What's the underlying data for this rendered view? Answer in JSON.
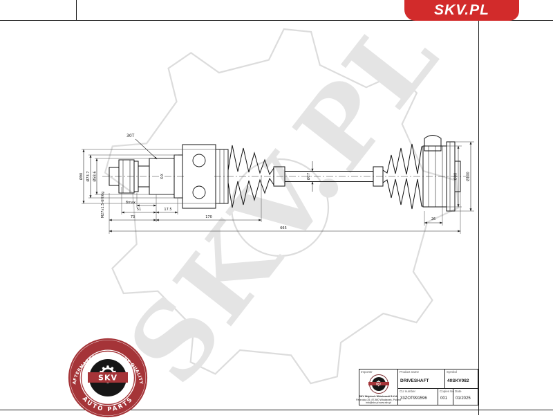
{
  "header": {
    "brand": "SKV.PL"
  },
  "watermark": {
    "text": "SKV.PL"
  },
  "icons": {
    "gear_glyph": "⚙",
    "star": "★"
  },
  "colors": {
    "logo_red": "#d22b2b",
    "stamp_red": "#a53438",
    "line_dark": "#1a1a1a",
    "watermark_gray": "#e4e4e4"
  },
  "drawing": {
    "dims": {
      "spline_teeth": "30T",
      "section_mark": "X-X",
      "dia_90": "Ø90",
      "dia_73_7": "Ø73.7",
      "dia_58_6": "Ø58.6",
      "thread": "M27x1.5-6H/6g",
      "max8": "8max",
      "len_51": "51",
      "len_17_5": "17.5",
      "len_73": "73",
      "len_170": "170",
      "len_total": "665",
      "len_26": "26",
      "dia_27": "Ø27",
      "dia_88": "Ø88",
      "dia_100": "Ø100"
    }
  },
  "stamp": {
    "arc_top": "AFTERMARKET PRICE ★ OE QUALITY",
    "arc_bottom": "AUTO PARTS",
    "center_text": "SKV"
  },
  "title_block": {
    "importer_label": "Importer",
    "company_name": "SKV Wojciech Wiśniewski S.K.A.",
    "company_address": "Paprocka 25, 87-800 Włocławek, Poland",
    "company_contact": "info@skv.pl  www.skv.pl",
    "product_name_label": "Product name",
    "product_name": "DRIVESHAFT",
    "symbol_label": "Symbol",
    "symbol": "40SKV082",
    "cu_number_label": "CU number",
    "cu_number": "33ZOT991596",
    "copies_label": "Copies No",
    "copies": "001",
    "date_label": "Date",
    "date": "01/2025"
  }
}
